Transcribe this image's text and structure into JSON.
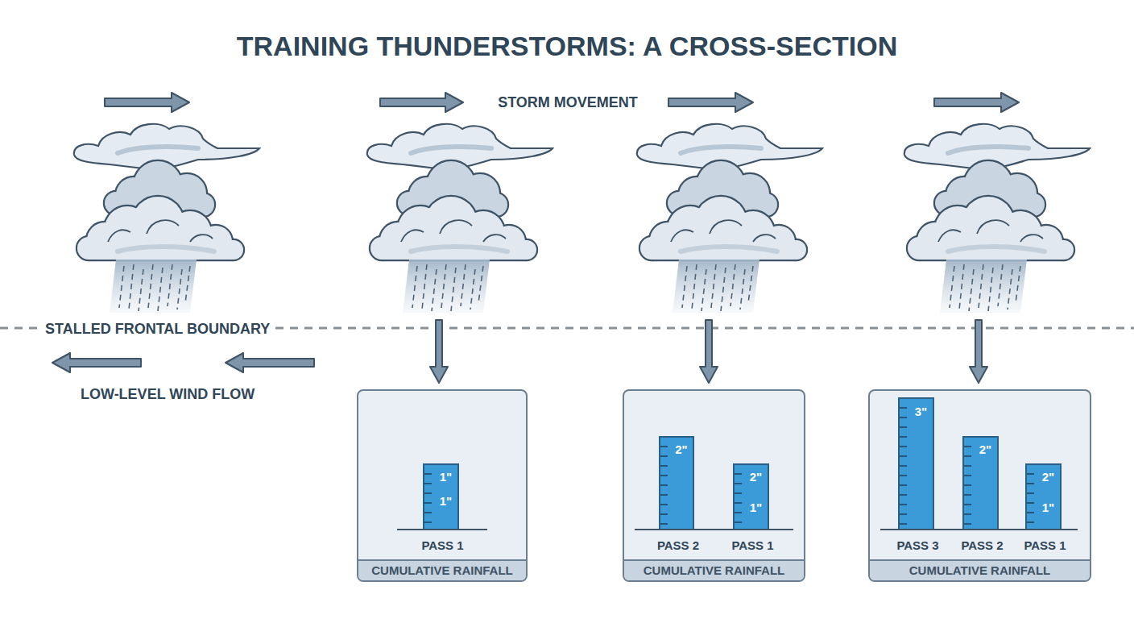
{
  "diagram": {
    "title": "TRAINING THUNDERSTORMS: A CROSS-SECTION",
    "nodes": [
      {
        "text": [
          "CUMULATIVE RAINFALL"
        ]
      },
      {
        "text": [
          "1\"",
          "1\"",
          "PASS 1"
        ],
        "in": 0
      },
      {
        "text": [
          "CUMULATIVE RAINFALL"
        ]
      },
      {
        "text": [
          "2\"",
          "PASS 2"
        ],
        "in": 2
      },
      {
        "text": [
          "2\"",
          "1\"",
          "PASS 1"
        ],
        "in": 2
      },
      {
        "text": [
          "CUMULATIVE RAINFALL"
        ]
      },
      {
        "text": [
          "3\"",
          "PASS 3"
        ],
        "in": 5
      },
      {
        "text": [
          "2\"",
          "PASS 2"
        ],
        "in": 5
      },
      {
        "text": [
          "2\"",
          "1\"",
          "PASS 1"
        ],
        "in": 5
      }
    ],
    "labels": [
      "STORM MOVEMENT",
      "STALLED FRONTAL BOUNDARY",
      "LOW-LEVEL WIND FLOW"
    ]
  }
}
